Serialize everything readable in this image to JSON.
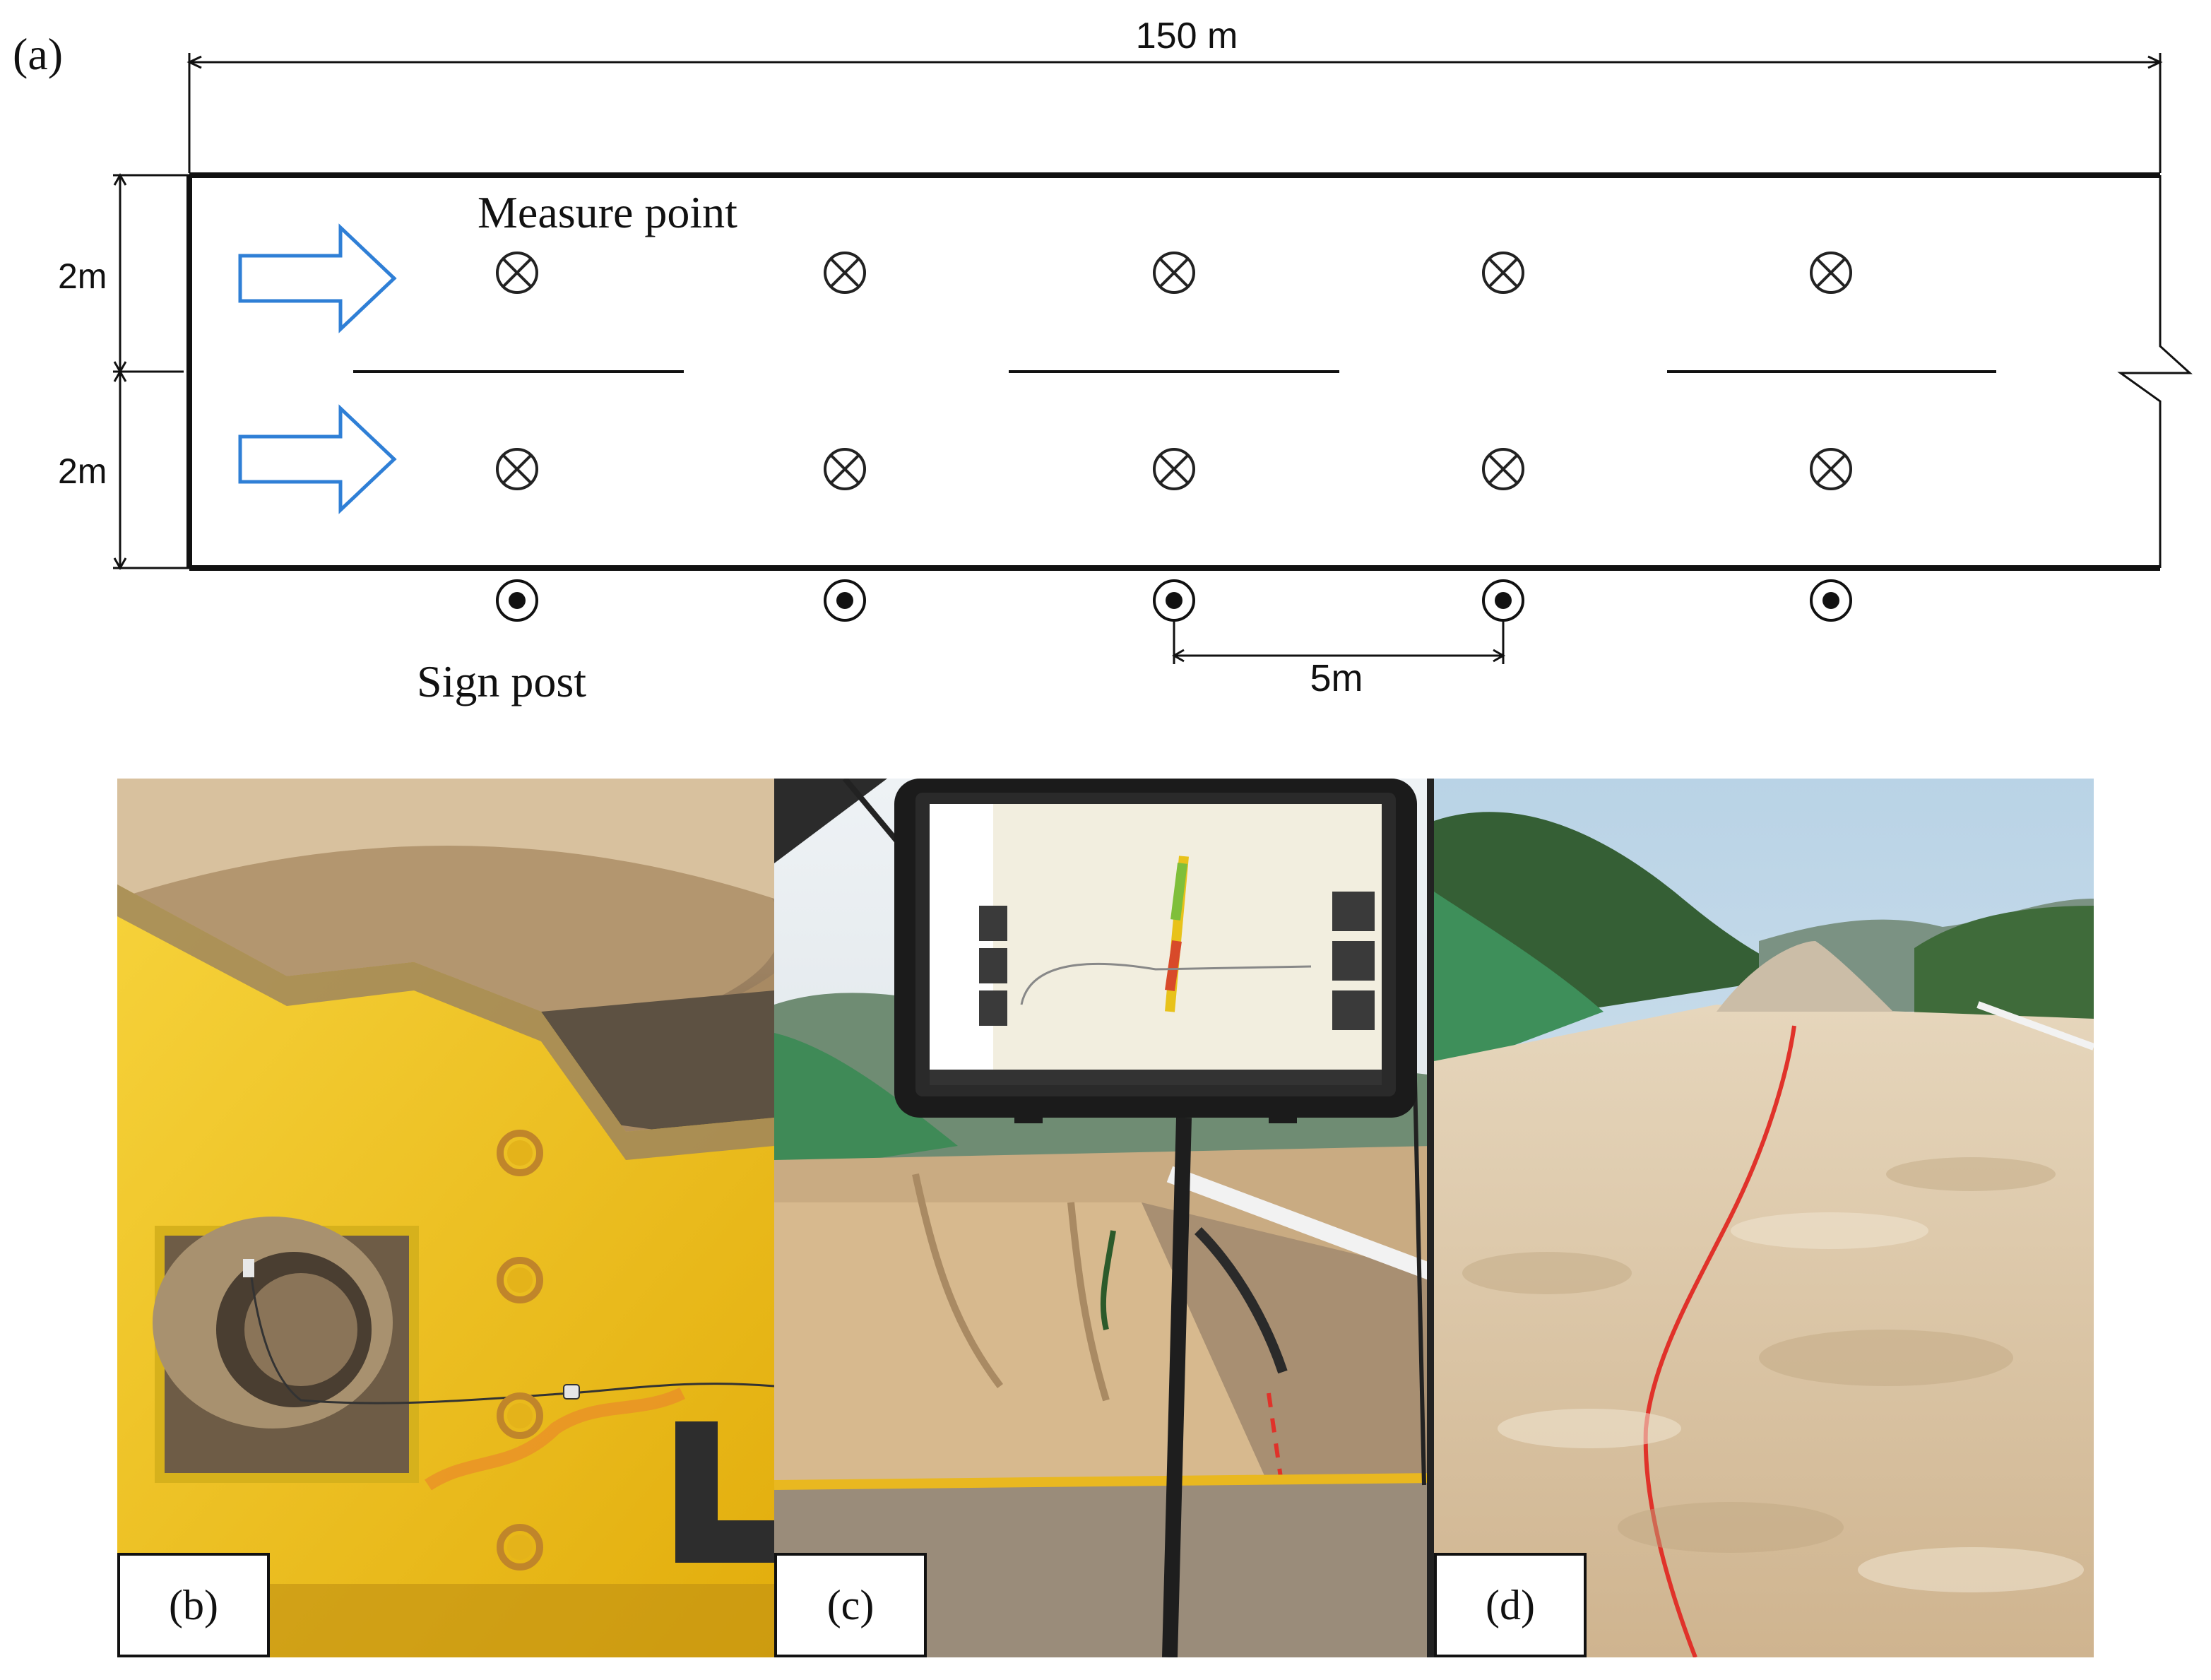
{
  "panel_a": {
    "label": "(a)",
    "dim_length": "150 m",
    "dim_lane_top": "2m",
    "dim_lane_bottom": "2m",
    "dim_spacing": "5m",
    "measure_point_label": "Measure point",
    "sign_post_label": "Sign post",
    "measure_points_per_lane": 5,
    "lanes": 2,
    "sign_posts": 5,
    "arrow_color": "#2f7fd6",
    "line_color": "#111111"
  },
  "photos": [
    {
      "label": "(b)",
      "icon": "roller-drum-sensor-photo"
    },
    {
      "label": "(c)",
      "icon": "cab-tablet-display-photo"
    },
    {
      "label": "(d)",
      "icon": "compacted-subgrade-photo"
    }
  ],
  "colors": {
    "roller_yellow": "#f2c316",
    "soil": "#d9c19b",
    "sky": "#dfe9ef",
    "vegetation": "#3b6b3a",
    "red_line": "#e0322a"
  }
}
